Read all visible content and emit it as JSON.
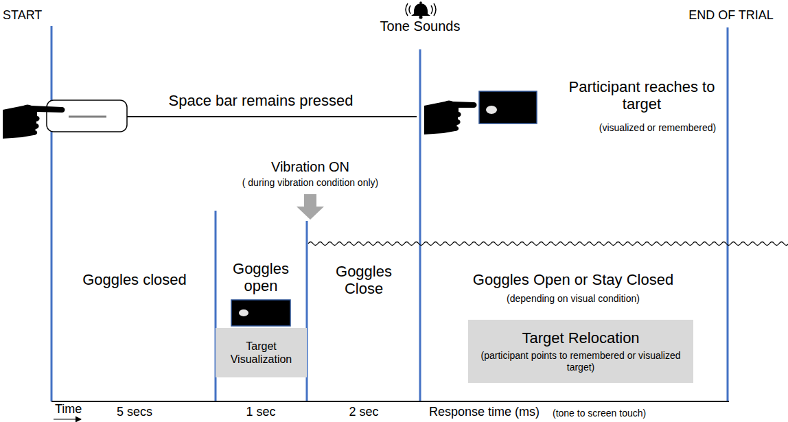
{
  "diagram": {
    "nodes": [
      {
        "text": [
          "Target Visualization"
        ]
      },
      {
        "text": [
          "Target Relocation",
          "(participant points to remembered or visualized target)"
        ]
      }
    ],
    "labels": [
      "START",
      "Tone Sounds",
      "END OF TRIAL",
      "Space bar remains pressed",
      "Participant reaches to target",
      "(visualized or remembered)",
      "Vibration ON",
      "( during vibration condition only)",
      "Goggles closed",
      "Goggles open",
      "Goggles Close",
      "Goggles Open or Stay Closed",
      "(depending on visual condition)",
      "Time",
      "5 secs",
      "1 sec",
      "2 sec",
      "Response time (ms)",
      "(tone to screen touch)"
    ]
  }
}
